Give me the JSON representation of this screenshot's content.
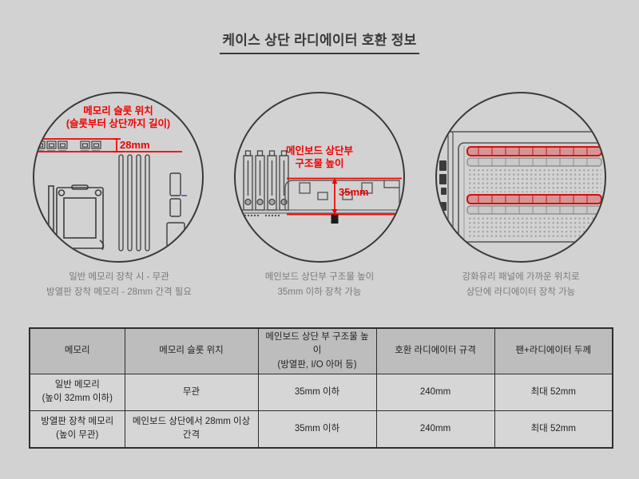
{
  "page": {
    "background_color": "#d2d2d2",
    "accent_color": "#f20000",
    "line_color": "#3a3a3a"
  },
  "title": "케이스 상단 라디에이터 호환 정보",
  "figures": [
    {
      "label": "메모리 슬롯 위치\n(슬롯부터 상단까지 길이)",
      "dimension": "28mm",
      "caption": "일반 메모리 장착 시 - 무관\n방열판 장착 메모리 - 28mm 간격 필요"
    },
    {
      "label": "메인보드 상단부\n구조물 높이",
      "dimension": "35mm",
      "caption": "메인보드 상단부 구조물 높이\n35mm 이하 장착 가능"
    },
    {
      "caption": "강화유리 패널에 가까운 위치로\n상단에 라디에이터 장착 가능"
    }
  ],
  "table": {
    "headers": [
      "메모리",
      "메모리 슬롯 위치",
      "메인보드 상단 부 구조물 높이\n(방열판, I/O 아머 등)",
      "호환 라디에이터 규격",
      "팬+라디에이터 두께"
    ],
    "rows": [
      [
        "일반 메모리\n(높이 32mm 이하)",
        "무관",
        "35mm 이하",
        "240mm",
        "최대 52mm"
      ],
      [
        "방열판 장착 메모리\n(높이 무관)",
        "메인보드 상단에서 28mm 이상 간격",
        "35mm 이하",
        "240mm",
        "최대 52mm"
      ]
    ]
  }
}
